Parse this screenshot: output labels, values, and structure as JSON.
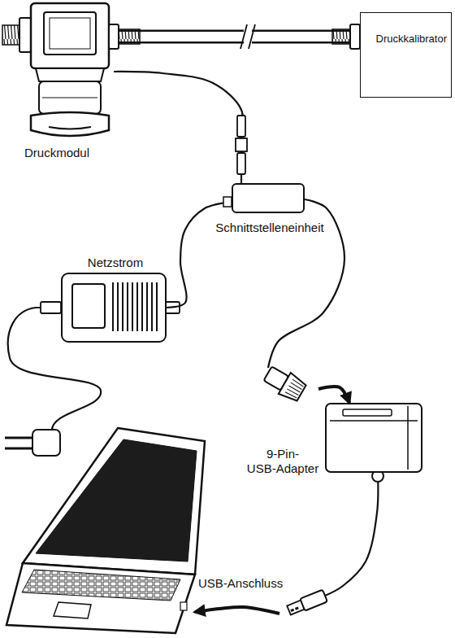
{
  "diagram": {
    "nodes": [
      {
        "text": [
          "Druckmodul"
        ]
      },
      {
        "text": [
          "Druckkalibrator"
        ]
      },
      {
        "text": [
          "Schnittstelleneinheit"
        ]
      },
      {
        "text": [
          "Netzstrom"
        ]
      },
      {
        "text": [
          "9-Pin- USB-Adapter"
        ]
      },
      {
        "text": [
          "USB-Anschluss"
        ]
      }
    ],
    "edges": [
      {
        "from": 0,
        "to": 1,
        "arrow": "none"
      },
      {
        "from": 0,
        "to": 2,
        "arrow": "none"
      },
      {
        "from": 3,
        "to": 2,
        "arrow": "none"
      },
      {
        "from": 2,
        "to": 4,
        "arrow": "to"
      },
      {
        "from": 4,
        "to": 5,
        "arrow": "to"
      }
    ]
  }
}
